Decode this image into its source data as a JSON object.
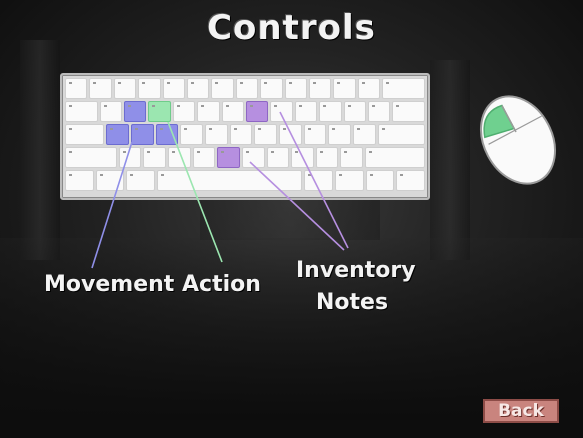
{
  "screen": {
    "title": "Controls"
  },
  "legend": {
    "movement": "Movement",
    "action": "Action",
    "inventory": "Inventory",
    "notes": "Notes"
  },
  "colors": {
    "movement": "#8f8fe8",
    "action": "#9be6b0",
    "inventory_notes": "#b68fe0",
    "back_button": "#c9847e"
  },
  "icons": {
    "keyboard": "keyboard-diagram-icon",
    "mouse": "mouse-left-click-icon"
  },
  "buttons": {
    "back": "Back"
  }
}
